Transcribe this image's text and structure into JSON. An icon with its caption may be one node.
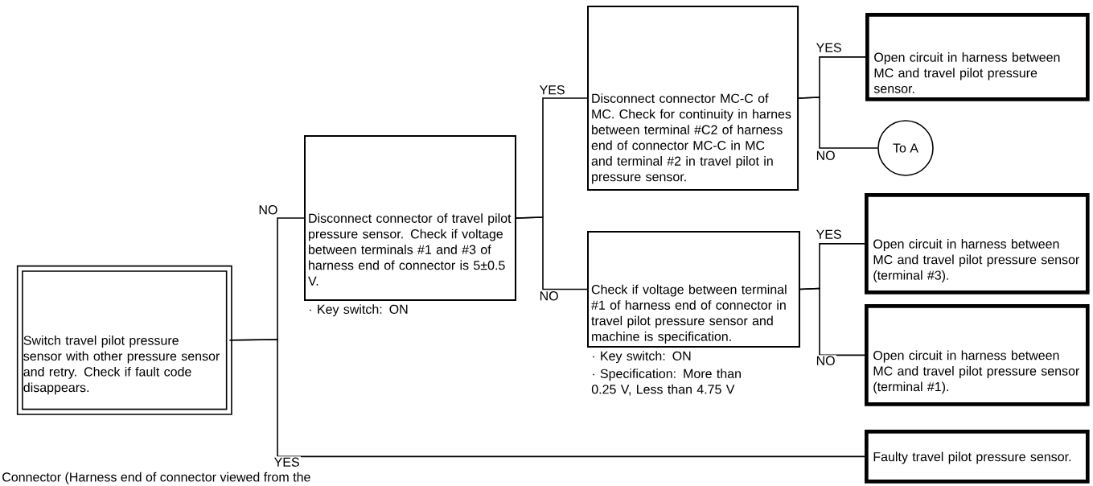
{
  "diagram": {
    "nodes": [
      {
        "text": [
          "Switch travel pilot pressure sensor with other pressure sensor and retry. Check if fault code disappears."
        ]
      },
      {
        "text": [
          "Disconnect connector of travel pilot pressure sensor. Check if voltage between terminals #1 and #3 of harness end of connector is 5±0.5 V."
        ],
        "beside": [
          "· Key switch: ON"
        ]
      },
      {
        "text": [
          "Disconnect connector MC-C of MC. Check for continuity in harnes between terminal #C2 of harness end of connector MC-C in MC and terminal #2 in travel pilot in pressure sensor."
        ]
      },
      {
        "text": [
          "Check if voltage between terminal #1 of harness end of connector in travel pilot pressure sensor and machine is specification."
        ],
        "beside": [
          "· Key switch: ON",
          "· Specification: More than 0.25 V, Less than 4.75 V"
        ]
      },
      {
        "text": [
          "Open circuit in harness between MC and travel pilot pressure sensor."
        ]
      },
      {
        "text": [
          "To A"
        ]
      },
      {
        "text": [
          "Open circuit in harness between MC and travel pilot pressure sensor (terminal #3)."
        ]
      },
      {
        "text": [
          "Open circuit in harness between MC and travel pilot pressure sensor (terminal #1)."
        ]
      },
      {
        "text": [
          "Faulty travel pilot pressure sensor."
        ]
      }
    ],
    "edges": [
      {
        "from": 0,
        "to": 1,
        "arrow": "none",
        "label": "NO"
      },
      {
        "from": 0,
        "to": 8,
        "arrow": "none",
        "label": "YES"
      },
      {
        "from": 1,
        "to": 2,
        "arrow": "none",
        "label": "YES"
      },
      {
        "from": 1,
        "to": 3,
        "arrow": "none",
        "label": "NO"
      },
      {
        "from": 2,
        "to": 4,
        "arrow": "none",
        "label": "YES"
      },
      {
        "from": 2,
        "to": 5,
        "arrow": "none",
        "label": "NO"
      },
      {
        "from": 3,
        "to": 6,
        "arrow": "none",
        "label": "YES"
      },
      {
        "from": 3,
        "to": 7,
        "arrow": "none",
        "label": "NO"
      }
    ],
    "labels": [
      "Connector (Harness end of connector viewed from the"
    ]
  }
}
